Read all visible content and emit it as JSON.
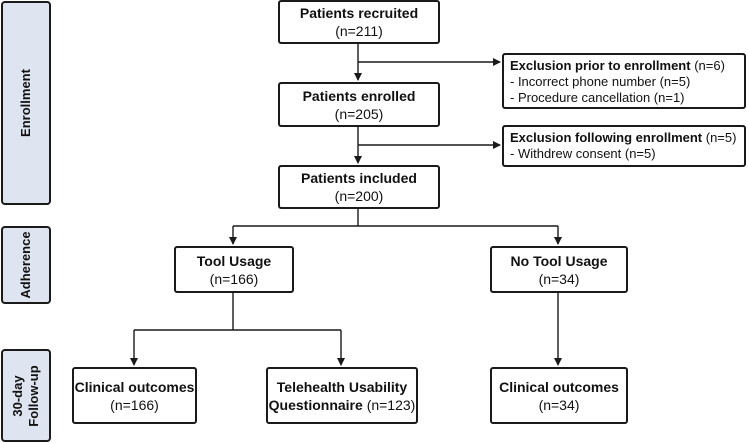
{
  "phases": {
    "enrollment": "Enrollment",
    "adherence": "Adherence",
    "followup_line1": "30-day",
    "followup_line2": "Follow-up"
  },
  "boxes": {
    "recruited": {
      "title": "Patients recruited",
      "count": "(n=211)"
    },
    "enrolled": {
      "title": "Patients enrolled",
      "count": "(n=205)"
    },
    "included": {
      "title": "Patients included",
      "count": "(n=200)"
    },
    "tool_usage": {
      "title": "Tool Usage",
      "count": "(n=166)"
    },
    "no_tool_usage": {
      "title": "No Tool Usage",
      "count": "(n=34)"
    },
    "clinical_tool": {
      "title": "Clinical outcomes",
      "count": "(n=166)"
    },
    "telehealth": {
      "title_line1": "Telehealth Usability",
      "title_line2_bold": "Questionnaire",
      "count": "(n=123)"
    },
    "clinical_no_tool": {
      "title": "Clinical outcomes",
      "count": "(n=34)"
    }
  },
  "exclusions": {
    "prior": {
      "title": "Exclusion prior to enrollment",
      "count": "(n=6)",
      "items": [
        "- Incorrect phone number (n=5)",
        "- Procedure cancellation (n=1)"
      ]
    },
    "following": {
      "title": "Exclusion following enrollment",
      "count": "(n=5)",
      "items": [
        "- Withdrew consent (n=5)"
      ]
    }
  }
}
